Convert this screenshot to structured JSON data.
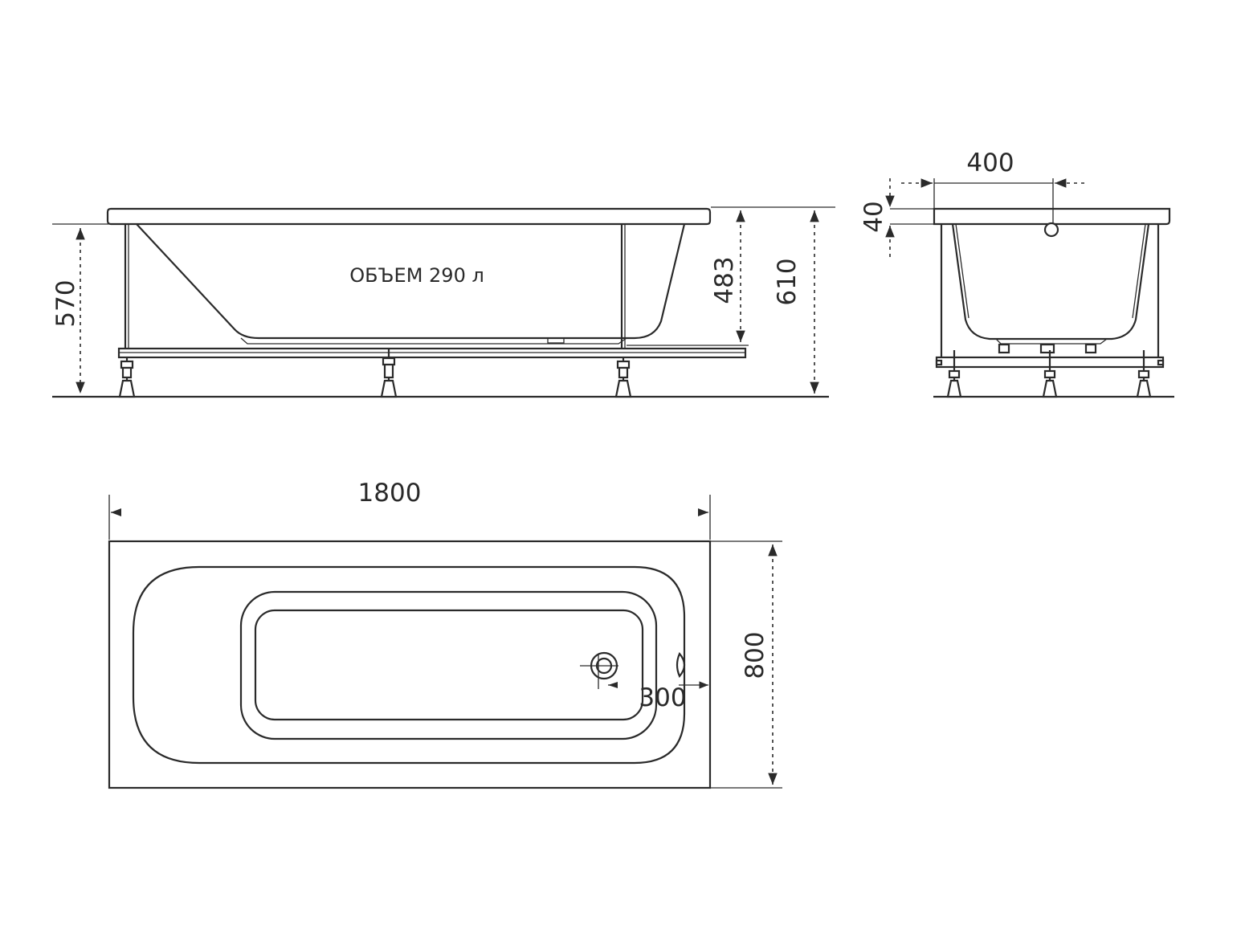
{
  "side_view": {
    "volume_label": "ОБЪЕМ 290 л",
    "dim_height_left": "570",
    "dim_depth_inner": "483",
    "dim_height_total": "610"
  },
  "end_view": {
    "dim_drain_offset": "400",
    "dim_rim_thickness": "40"
  },
  "top_view": {
    "dim_length": "1800",
    "dim_width": "800",
    "dim_drain_position": "300"
  }
}
